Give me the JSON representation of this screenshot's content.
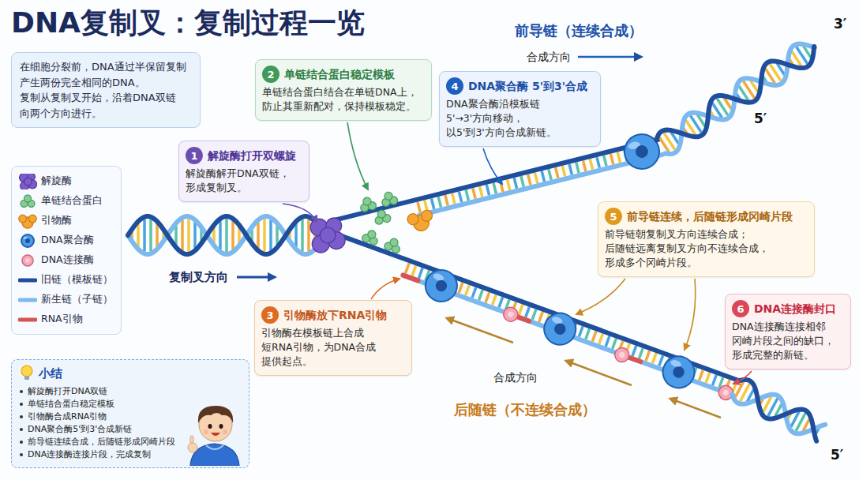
{
  "diagram": {
    "title": "DNA复制叉：复制过程一览",
    "nodes": [
      {
        "text": [
          "在细胞分裂前，DNA通过半保留复制 产生两份完全相同的DNA。",
          "复制从复制叉开始，沿着DNA双链 向两个方向进行。"
        ]
      },
      {
        "text": [
          "1",
          "解旋酶打开双螺旋",
          "解旋酶解开DNA双链， 形成复制叉。"
        ]
      },
      {
        "text": [
          "2",
          "单链结合蛋白稳定模板",
          "单链结合蛋白结合在单链DNA上， 防止其重新配对，保持模板稳定。"
        ]
      },
      {
        "text": [
          "3",
          "引物酶放下RNA引物",
          "引物酶在模板链上合成 短RNA引物，为DNA合成 提供起点。"
        ]
      },
      {
        "text": [
          "4",
          "DNA聚合酶 5'到3'合成",
          "DNA聚合酶沿模板链 5'→3'方向移动， 以5'到3'方向合成新链。"
        ]
      },
      {
        "text": [
          "5",
          "前导链连续，后随链形成冈崎片段",
          "前导链朝复制叉方向连续合成； 后随链远离复制叉方向不连续合成， 形成多个冈崎片段。"
        ]
      },
      {
        "text": [
          "6",
          "DNA连接酶封口",
          "DNA连接酶连接相邻 冈崎片段之间的缺口， 形成完整的新链。"
        ]
      },
      {
        "text": [
          "小结",
          "解旋酶打开DNA双链",
          "单链结合蛋白稳定模板",
          "引物酶合成RNA引物",
          "DNA聚合酶5'到3'合成新链",
          "前导链连续合成，后随链形成冈崎片段",
          "DNA连接酶连接片段，完成复制"
        ]
      }
    ],
    "labels": [
      "前导链（连续合成）",
      "合成方向",
      "3′",
      "5′",
      "复制叉方向",
      "合成方向",
      "后随链（不连续合成）",
      "5′"
    ],
    "legend": [
      {
        "text": "解旋酶"
      },
      {
        "text": "单链结合蛋白"
      },
      {
        "text": "引物酶"
      },
      {
        "text": "DNA聚合酶"
      },
      {
        "text": "DNA连接酶"
      },
      {
        "text": "旧链（模板链）"
      },
      {
        "text": "新生链（子链）"
      },
      {
        "text": "RNA引物"
      }
    ]
  }
}
